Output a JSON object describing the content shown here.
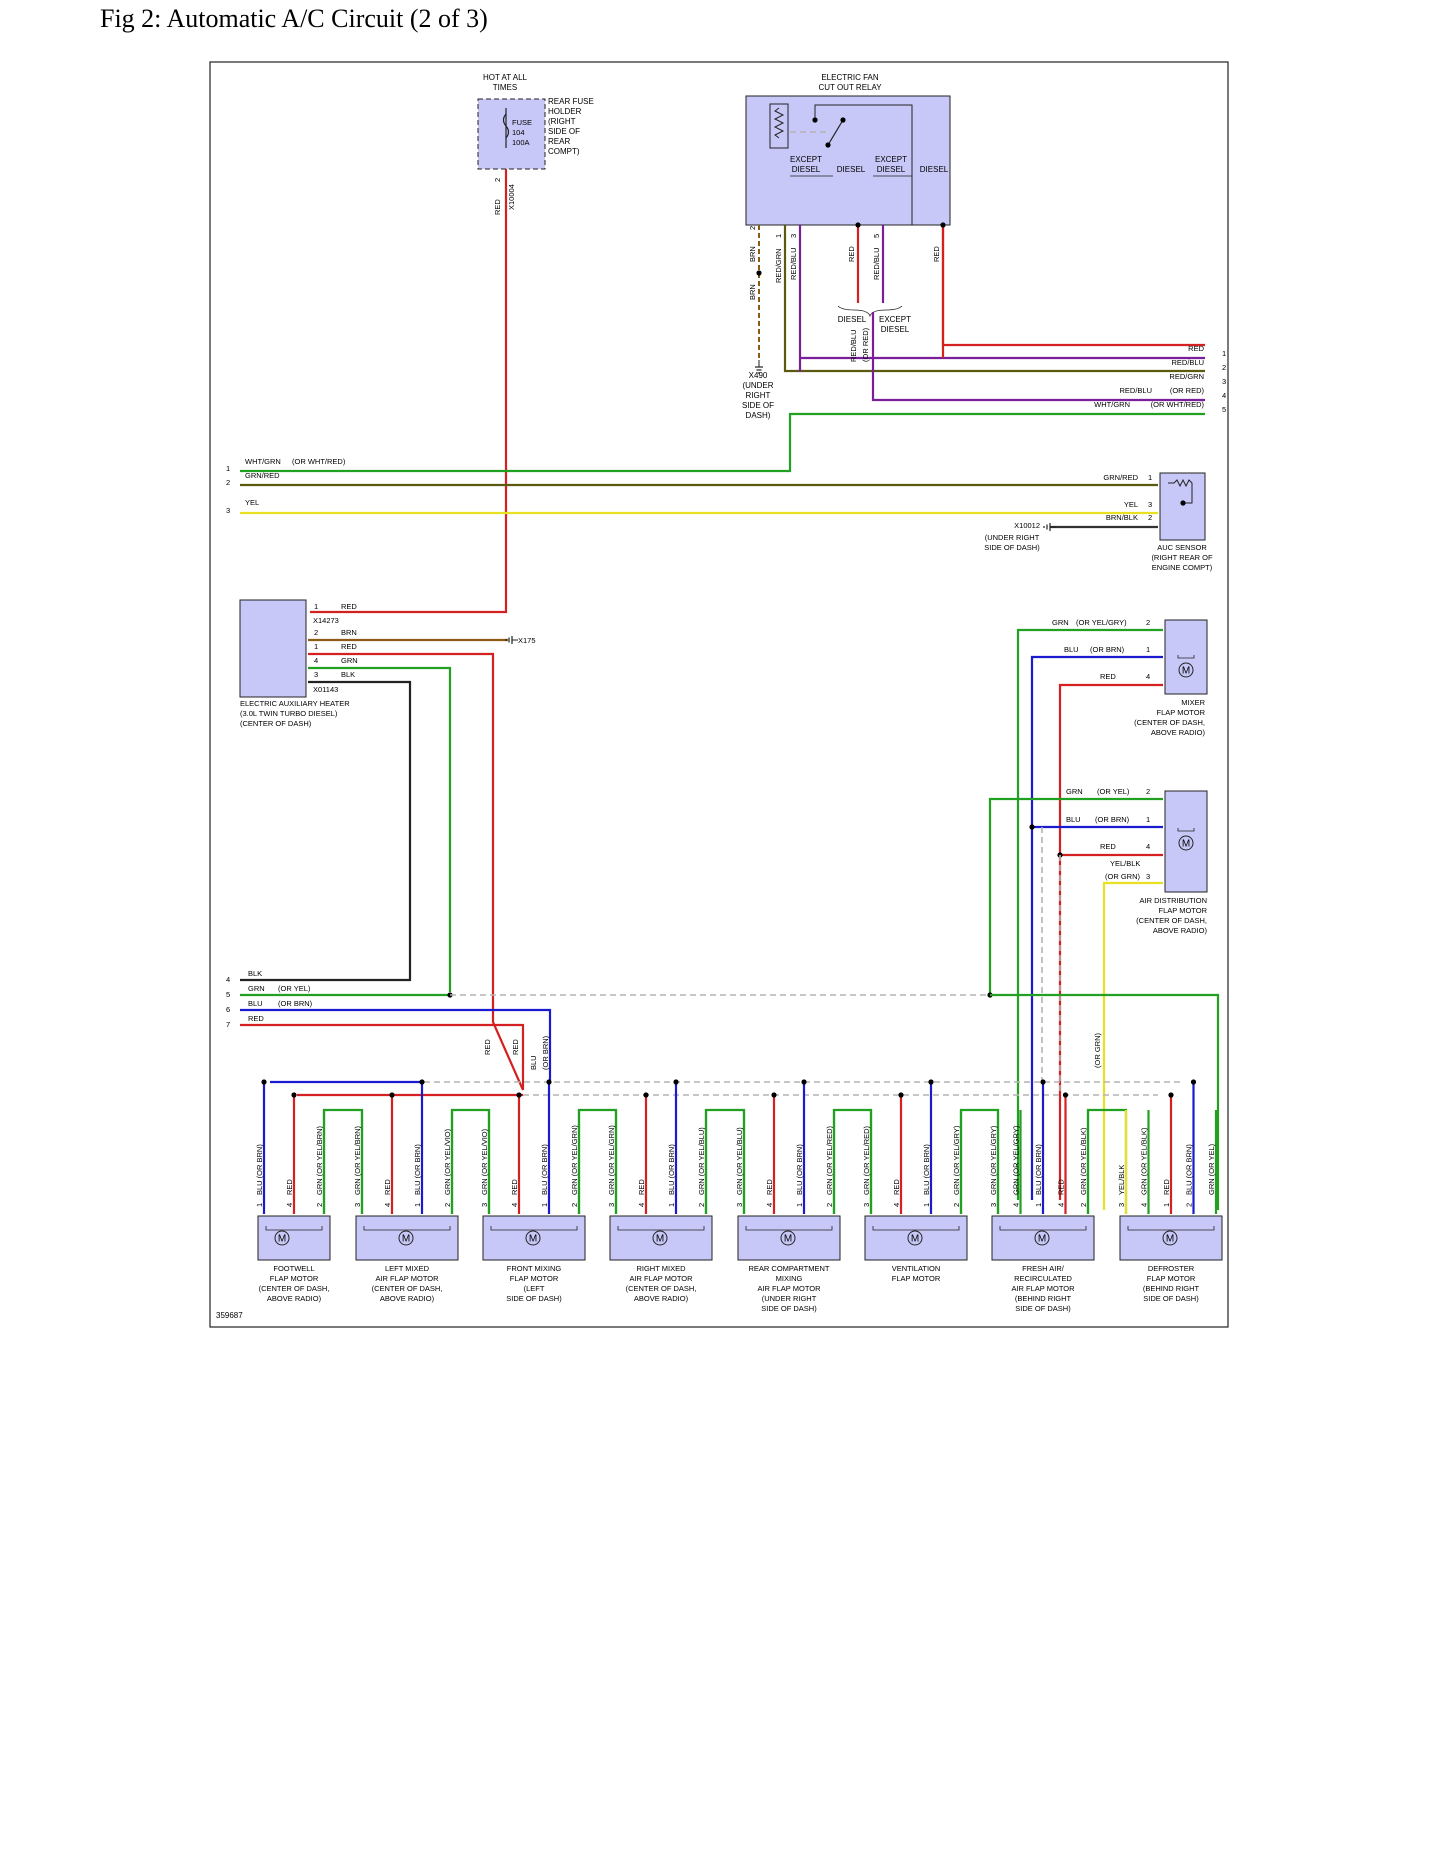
{
  "title": "Fig 2: Automatic A/C Circuit (2 of 3)",
  "diagram_id": "359687",
  "colors": {
    "RED": "#d42020",
    "BRN": "#8b5a14",
    "GRN": "#22a022",
    "YEL": "#e8e020",
    "BLU": "#1a1ad0",
    "BLK": "#222222",
    "VIO": "#7a1f9a",
    "OLV": "#5a5a10",
    "box_fill": "#c8c8f8",
    "dash": "#b4b4b4"
  },
  "fuse": {
    "hot": [
      "HOT AT ALL",
      "TIMES"
    ],
    "label": [
      "FUSE",
      "104",
      "100A"
    ],
    "holder": [
      "REAR FUSE",
      "HOLDER",
      "(RIGHT",
      "SIDE OF",
      "REAR",
      "COMPT)"
    ],
    "wire": "RED",
    "pin": "2",
    "conn": "X10004"
  },
  "relay": {
    "title": [
      "ELECTRIC FAN",
      "CUT OUT RELAY"
    ],
    "opts": [
      [
        "EXCEPT",
        "DIESEL"
      ],
      [
        "DIESEL"
      ],
      [
        "EXCEPT",
        "DIESEL"
      ],
      [
        "DIESEL"
      ]
    ],
    "pins": [
      {
        "wire": "BRN",
        "pin": "2"
      },
      {
        "wire": "RED/GRN",
        "pin": "1"
      },
      {
        "wire": "RED/BLU",
        "pin": "3"
      },
      {
        "wire": "RED",
        "pin": ""
      },
      {
        "wire": "RED/BLU",
        "pin": "5"
      },
      {
        "wire": "RED",
        "pin": ""
      }
    ],
    "ground_wire": "BRN",
    "ground": [
      "X490",
      "(UNDER",
      "RIGHT",
      "SIDE OF",
      "DASH)"
    ],
    "diesel_split": [
      "DIESEL",
      "EXCEPT",
      "DIESEL"
    ],
    "diesel_wire": [
      "RED/BLU",
      "(OR RED)"
    ]
  },
  "right_refs": [
    {
      "num": "1",
      "label": "RED"
    },
    {
      "num": "2",
      "label": "RED/BLU"
    },
    {
      "num": "3",
      "label": "RED/GRN"
    },
    {
      "num": "4",
      "label": "RED/BLU",
      "alt": "(OR RED)"
    },
    {
      "num": "5",
      "label": "WHT/GRN",
      "alt": "(OR WHT/RED)"
    }
  ],
  "left_refs_top": [
    {
      "num": "1",
      "label": "WHT/GRN",
      "alt": "(OR WHT/RED)"
    },
    {
      "num": "2",
      "label": "GRN/RED"
    },
    {
      "num": "3",
      "label": "YEL"
    }
  ],
  "auc": {
    "pins": [
      {
        "wire": "GRN/RED",
        "pin": "1"
      },
      {
        "wire": "YEL",
        "pin": "3"
      },
      {
        "wire": "BRN/BLK",
        "pin": "2"
      }
    ],
    "ground": [
      "X10012",
      "(UNDER RIGHT",
      "SIDE OF DASH)"
    ],
    "label": [
      "AUC SENSOR",
      "(RIGHT REAR OF",
      "ENGINE COMPT)"
    ]
  },
  "heater": {
    "pins": [
      {
        "pin": "1",
        "wire": "RED"
      },
      {
        "pin": "2",
        "wire": "BRN"
      },
      {
        "pin": "1",
        "wire": "RED"
      },
      {
        "pin": "4",
        "wire": "GRN"
      },
      {
        "pin": "3",
        "wire": "BLK"
      }
    ],
    "conns": [
      "X14273",
      "X01143"
    ],
    "ground": "X175",
    "label": [
      "ELECTRIC AUXILIARY HEATER",
      "(3.0L TWIN TURBO DIESEL)",
      "(CENTER OF DASH)"
    ]
  },
  "mixer": {
    "pins": [
      {
        "wire": "GRN",
        "alt": "(OR YEL/GRY)",
        "pin": "2"
      },
      {
        "wire": "BLU",
        "alt": "(OR BRN)",
        "pin": "1"
      },
      {
        "wire": "RED",
        "alt": "",
        "pin": "4"
      }
    ],
    "label": [
      "MIXER",
      "FLAP MOTOR",
      "(CENTER OF DASH,",
      "ABOVE RADIO)"
    ]
  },
  "airdist": {
    "pins": [
      {
        "wire": "GRN",
        "alt": "(OR YEL)",
        "pin": "2"
      },
      {
        "wire": "BLU",
        "alt": "(OR BRN)",
        "pin": "1"
      },
      {
        "wire": "RED",
        "alt": "",
        "pin": "4"
      },
      {
        "wire": "YEL/BLK",
        "alt": "(OR GRN)",
        "pin": "3"
      }
    ],
    "label": [
      "AIR DISTRIBUTION",
      "FLAP MOTOR",
      "(CENTER OF DASH,",
      "ABOVE RADIO)"
    ]
  },
  "left_refs_bottom": [
    {
      "num": "4",
      "label": "BLK",
      "alt": ""
    },
    {
      "num": "5",
      "label": "GRN",
      "alt": "(OR YEL)"
    },
    {
      "num": "6",
      "label": "BLU",
      "alt": "(OR BRN)"
    },
    {
      "num": "7",
      "label": "RED",
      "alt": ""
    }
  ],
  "bus_vertical": [
    "RED",
    "RED",
    "BLU",
    "(OR BRN)",
    "(OR GRN)"
  ],
  "motor_symbol": "M",
  "motors": [
    {
      "wires": [
        [
          "1",
          "BLU (OR BRN)"
        ],
        [
          "4",
          "RED"
        ],
        [
          "2",
          "GRN (OR YEL/BRN)"
        ]
      ],
      "label": [
        "FOOTWELL",
        "FLAP MOTOR",
        "(CENTER OF DASH,",
        "ABOVE RADIO)"
      ]
    },
    {
      "wires": [
        [
          "3",
          "GRN (OR YEL/BRN)"
        ],
        [
          "4",
          "RED"
        ],
        [
          "1",
          "BLU (OR BRN)"
        ],
        [
          "2",
          "GRN (OR YEL/VIO)"
        ]
      ],
      "label": [
        "LEFT MIXED",
        "AIR FLAP MOTOR",
        "(CENTER OF DASH,",
        "ABOVE RADIO)"
      ]
    },
    {
      "wires": [
        [
          "3",
          "GRN (OR YEL/VIO)"
        ],
        [
          "4",
          "RED"
        ],
        [
          "1",
          "BLU (OR BRN)"
        ],
        [
          "2",
          "GRN (OR YEL/GRN)"
        ]
      ],
      "label": [
        "FRONT MIXING",
        "FLAP MOTOR",
        "(LEFT",
        "SIDE OF DASH)"
      ]
    },
    {
      "wires": [
        [
          "3",
          "GRN (OR YEL/GRN)"
        ],
        [
          "4",
          "RED"
        ],
        [
          "1",
          "BLU (OR BRN)"
        ],
        [
          "2",
          "GRN (OR YEL/BLU)"
        ]
      ],
      "label": [
        "RIGHT MIXED",
        "AIR FLAP MOTOR",
        "(CENTER OF DASH,",
        "ABOVE RADIO)"
      ]
    },
    {
      "wires": [
        [
          "3",
          "GRN (OR YEL/BLU)"
        ],
        [
          "4",
          "RED"
        ],
        [
          "1",
          "BLU (OR BRN)"
        ],
        [
          "2",
          "GRN (OR YEL/RED)"
        ]
      ],
      "label": [
        "REAR COMPARTMENT",
        "MIXING",
        "AIR FLAP MOTOR",
        "(UNDER RIGHT",
        "SIDE OF DASH)"
      ]
    },
    {
      "wires": [
        [
          "3",
          "GRN (OR YEL/RED)"
        ],
        [
          "4",
          "RED"
        ],
        [
          "1",
          "BLU (OR BRN)"
        ],
        [
          "2",
          "GRN (OR YEL/GRY)"
        ]
      ],
      "label": [
        "VENTILATION",
        "FLAP MOTOR"
      ]
    },
    {
      "wires": [
        [
          "3",
          "GRN (OR YEL/GRY)"
        ],
        [
          "4",
          "GRN (OR YEL/GRY)"
        ],
        [
          "1",
          "BLU (OR BRN)"
        ],
        [
          "4",
          "RED"
        ],
        [
          "2",
          "GRN (OR YEL/BLK)"
        ]
      ],
      "label": [
        "FRESH AIR/",
        "RECIRCULATED",
        "AIR FLAP MOTOR",
        "(BEHIND RIGHT",
        "SIDE OF DASH)"
      ]
    },
    {
      "wires": [
        [
          "3",
          "YEL/BLK"
        ],
        [
          "4",
          "GRN (OR YEL/BLK)"
        ],
        [
          "1",
          "RED"
        ],
        [
          "2",
          "BLU (OR BRN)"
        ],
        [
          "",
          "GRN (OR YEL)"
        ]
      ],
      "label": [
        "DEFROSTER",
        "FLAP MOTOR",
        "(BEHIND RIGHT",
        "SIDE OF DASH)"
      ]
    }
  ]
}
